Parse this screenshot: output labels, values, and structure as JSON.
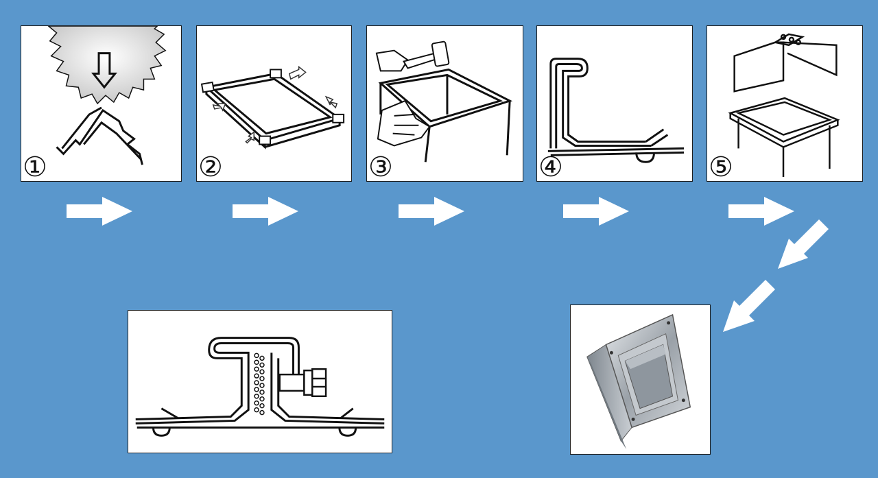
{
  "colors": {
    "background": "#5a97cc",
    "panel": "#ffffff",
    "ink": "#111111",
    "arrow": "#ffffff"
  },
  "steps": [
    {
      "label": "①",
      "icon": "seam-profile-icon"
    },
    {
      "label": "②",
      "icon": "flange-frame-assembly-icon"
    },
    {
      "label": "③",
      "icon": "hammer-corner-icon"
    },
    {
      "label": "④",
      "icon": "flange-profile-section-icon"
    },
    {
      "label": "⑤",
      "icon": "finished-duct-end-icon"
    }
  ],
  "detail": {
    "icon": "flange-joint-cross-section-icon"
  },
  "photo": {
    "icon": "galvanized-duct-photo-icon"
  }
}
